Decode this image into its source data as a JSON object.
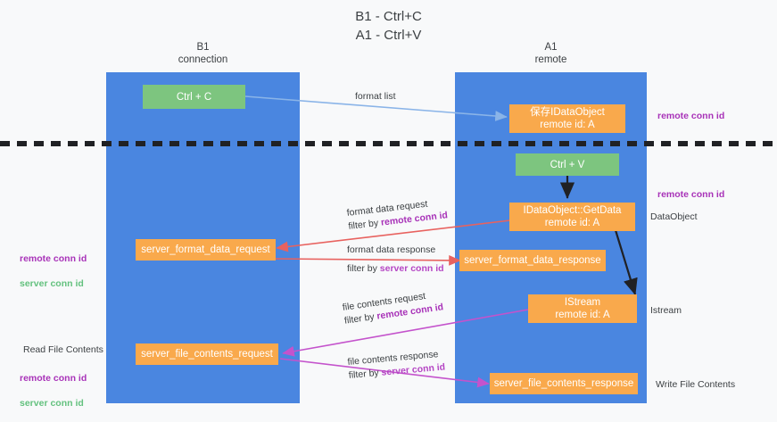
{
  "diagram": {
    "title": "B1 - Ctrl+C\nA1 - Ctrl+V",
    "columns": [
      {
        "id": "b1",
        "label": "B1\nconnection",
        "color": "#4a86e0"
      },
      {
        "id": "a1",
        "label": "A1\nremote",
        "color": "#4a86e0"
      }
    ],
    "colors": {
      "column_blue": "#4a86e0",
      "node_orange": "#f9a94c",
      "node_green": "#7dc57f",
      "remote_conn_id": "#a832b8",
      "server_conn_id_green": "#63c17e",
      "server_conn_id_purple": "#b546c4",
      "arrow_blue": "#8ab4e8",
      "arrow_red": "#e8625f",
      "arrow_magenta": "#c453cc",
      "arrow_black": "#202124",
      "background": "#f8f9fa",
      "divider": "#202124"
    },
    "nodes": [
      {
        "id": "ctrl-c",
        "label": "Ctrl + C",
        "style": "green"
      },
      {
        "id": "save-idataobject",
        "label": "保存IDataObject\nremote id: A",
        "style": "orange"
      },
      {
        "id": "ctrl-v",
        "label": "Ctrl + V",
        "style": "green"
      },
      {
        "id": "idataobject-getdata",
        "label": "IDataObject::GetData\nremote id: A",
        "style": "orange"
      },
      {
        "id": "server-format-data-request",
        "label": "server_format_data_request",
        "style": "orange"
      },
      {
        "id": "server-format-data-response",
        "label": "server_format_data_response",
        "style": "orange"
      },
      {
        "id": "istream",
        "label": "IStream\nremote id: A",
        "style": "orange"
      },
      {
        "id": "server-file-contents-request",
        "label": "server_file_contents_request",
        "style": "orange"
      },
      {
        "id": "server-file-contents-response",
        "label": "server_file_contents_response",
        "style": "orange"
      }
    ],
    "edge_labels": {
      "format_list": "format list",
      "format_data_request": "format data request",
      "format_data_request_filter_prefix": "filter by ",
      "format_data_request_filter_key": "remote conn id",
      "format_data_response": "format data response",
      "format_data_response_filter_prefix": "filter by ",
      "format_data_response_filter_key": "server conn id",
      "file_contents_request": "file contents request",
      "file_contents_request_filter_prefix": "filter by ",
      "file_contents_request_filter_key": "remote conn id",
      "file_contents_response": "file contents response",
      "file_contents_response_filter_prefix": "filter by ",
      "file_contents_response_filter_key": "server conn id"
    },
    "side_labels": {
      "left_mid_remote": "remote conn id",
      "left_mid_server": "server conn id",
      "left_read_file_contents": "Read File Contents",
      "left_low_remote": "remote conn id",
      "left_low_server": "server conn id",
      "right_top_remote": "remote conn id",
      "right_mid_remote": "remote conn id",
      "right_dataobject": "DataObject",
      "right_istream": "Istream",
      "right_write_file_contents": "Write File Contents"
    }
  }
}
